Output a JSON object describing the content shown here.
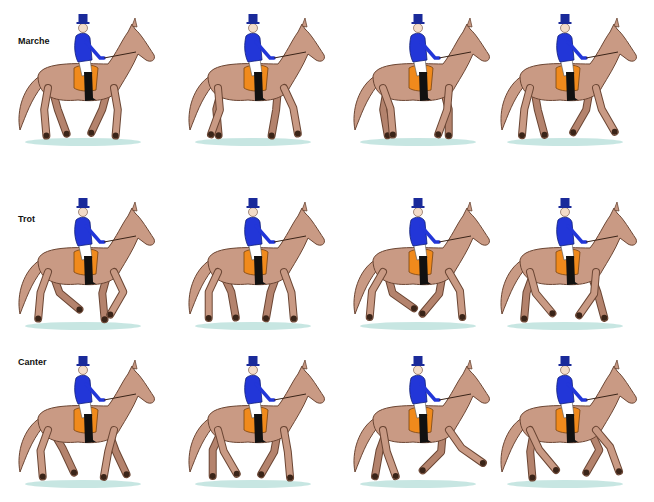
{
  "diagram": {
    "labels": [
      "Marche",
      "Trot",
      "Canter"
    ]
  }
}
